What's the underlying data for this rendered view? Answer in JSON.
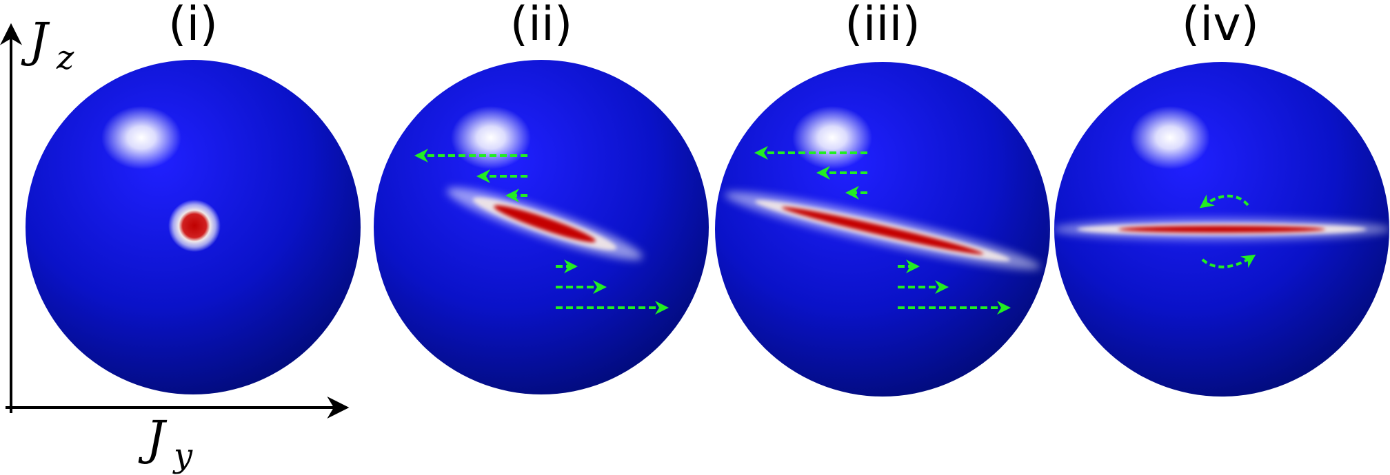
{
  "axes": {
    "vertical_label": "J",
    "vertical_subscript": "z",
    "horizontal_label": "J",
    "horizontal_subscript": "y"
  },
  "panels": [
    {
      "label": "(i)"
    },
    {
      "label": "(ii)"
    },
    {
      "label": "(iii)"
    },
    {
      "label": "(iv)"
    }
  ],
  "colors": {
    "sphere_light": "#1a1aff",
    "sphere_dark": "#000a6e",
    "state_core": "#c80000",
    "state_halo": "#f2f2f2",
    "arrow": "#22ee22",
    "axis": "#000000"
  }
}
